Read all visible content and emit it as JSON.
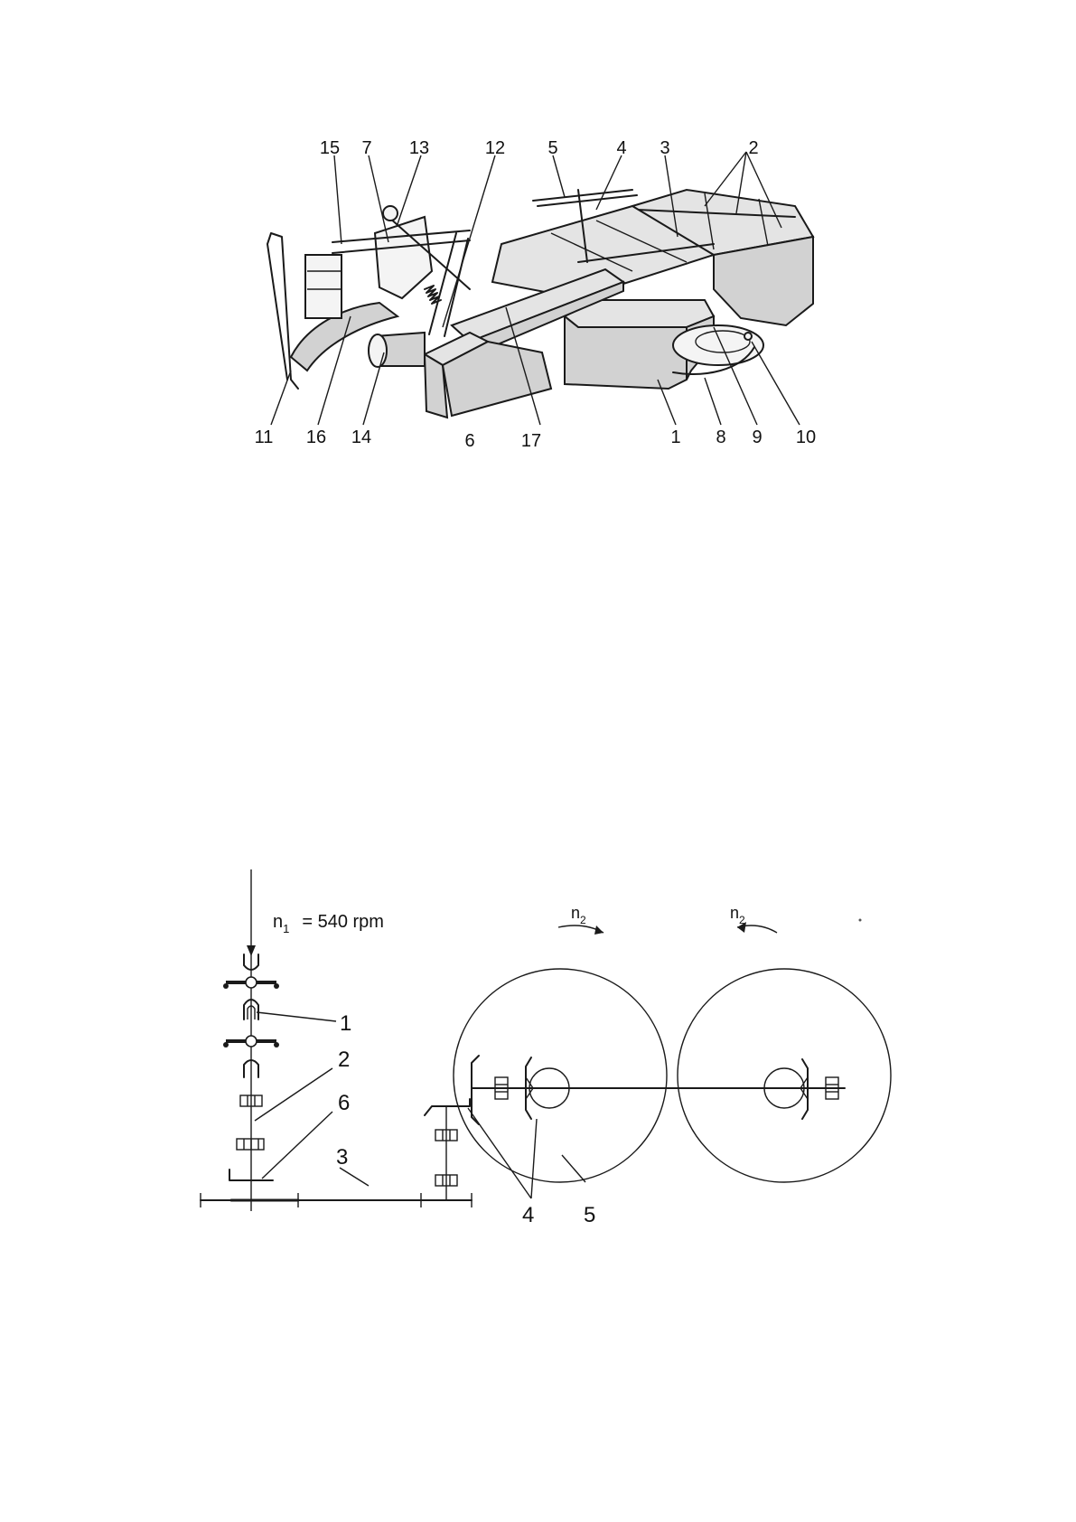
{
  "figure_top": {
    "callouts": [
      "15",
      "7",
      "13",
      "12",
      "5",
      "4",
      "3",
      "2",
      "11",
      "16",
      "14",
      "6",
      "17",
      "1",
      "8",
      "9",
      "10"
    ]
  },
  "figure_bottom": {
    "input_symbol": "n",
    "input_subscript": "1",
    "input_value": "= 540 rpm",
    "disc_speed_symbol": "n",
    "disc_speed_subscript": "2",
    "callouts": [
      "1",
      "2",
      "6",
      "3",
      "4",
      "5"
    ]
  }
}
